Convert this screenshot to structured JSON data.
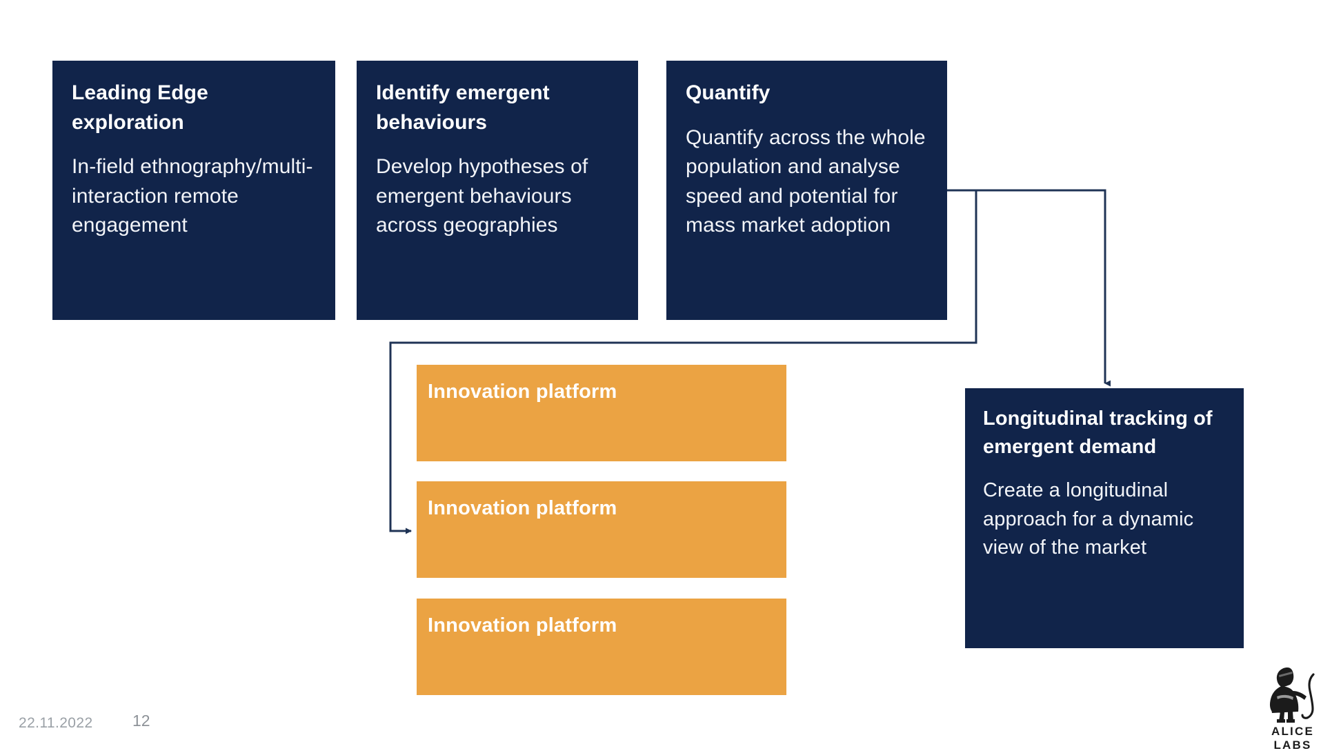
{
  "slide": {
    "background_color": "#ffffff",
    "navy_color": "#11244a",
    "orange_color": "#eba343",
    "connector_color": "#1f3355"
  },
  "process_boxes": [
    {
      "title": "Leading Edge exploration",
      "body": "In-field ethnography/multi-interaction remote engagement"
    },
    {
      "title": "Identify emergent behaviours",
      "body": "Develop hypotheses of emergent behaviours across geographies"
    },
    {
      "title": "Quantify",
      "body": "Quantify across the whole population and analyse speed and potential for mass market adoption"
    }
  ],
  "outcome_box": {
    "title": "Longitudinal tracking of emergent demand",
    "body": "Create a longitudinal approach for a dynamic view of the market"
  },
  "platform_bars": [
    {
      "label": "Innovation platform"
    },
    {
      "label": "Innovation platform"
    },
    {
      "label": "Innovation platform"
    }
  ],
  "footer": {
    "date": "22.11.2022",
    "page_number": "12"
  },
  "logo": {
    "wordmark": "ALICE LABS"
  }
}
